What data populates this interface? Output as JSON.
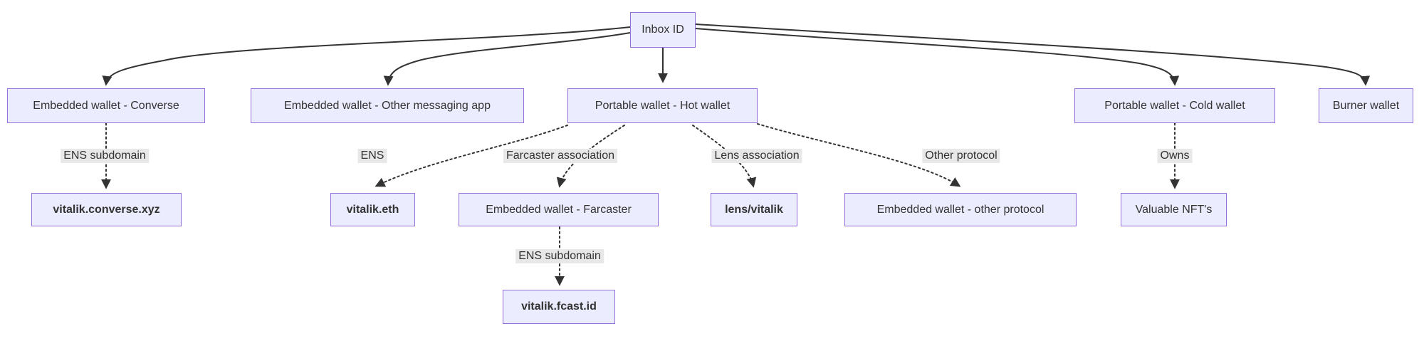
{
  "nodes": {
    "inbox_id": {
      "label": "Inbox ID"
    },
    "converse": {
      "label": "Embedded wallet - Converse"
    },
    "other_messaging": {
      "label": "Embedded wallet - Other messaging app"
    },
    "hot_wallet": {
      "label": "Portable wallet - Hot wallet"
    },
    "cold_wallet": {
      "label": "Portable wallet - Cold wallet"
    },
    "burner": {
      "label": "Burner wallet"
    },
    "converse_xyz": {
      "label": "vitalik.converse.xyz"
    },
    "vitalik_eth": {
      "label": "vitalik.eth"
    },
    "farcaster": {
      "label": "Embedded wallet - Farcaster"
    },
    "lens_vitalik": {
      "label": "lens/vitalik"
    },
    "other_protocol_wallet": {
      "label": "Embedded wallet - other protocol"
    },
    "valuable_nfts": {
      "label": "Valuable NFT's"
    },
    "fcast_id": {
      "label": "vitalik.fcast.id"
    }
  },
  "edge_labels": {
    "ens_subdomain_converse": "ENS subdomain",
    "ens": "ENS",
    "farcaster_association": "Farcaster association",
    "lens_association": "Lens association",
    "other_protocol": "Other protocol",
    "owns": "Owns",
    "ens_subdomain_farcaster": "ENS subdomain"
  },
  "colors": {
    "node_fill": "#ECECFF",
    "node_border": "#9370DB",
    "edge": "#333333",
    "text": "#333333",
    "edge_label_bg": "#e8e8e8"
  }
}
